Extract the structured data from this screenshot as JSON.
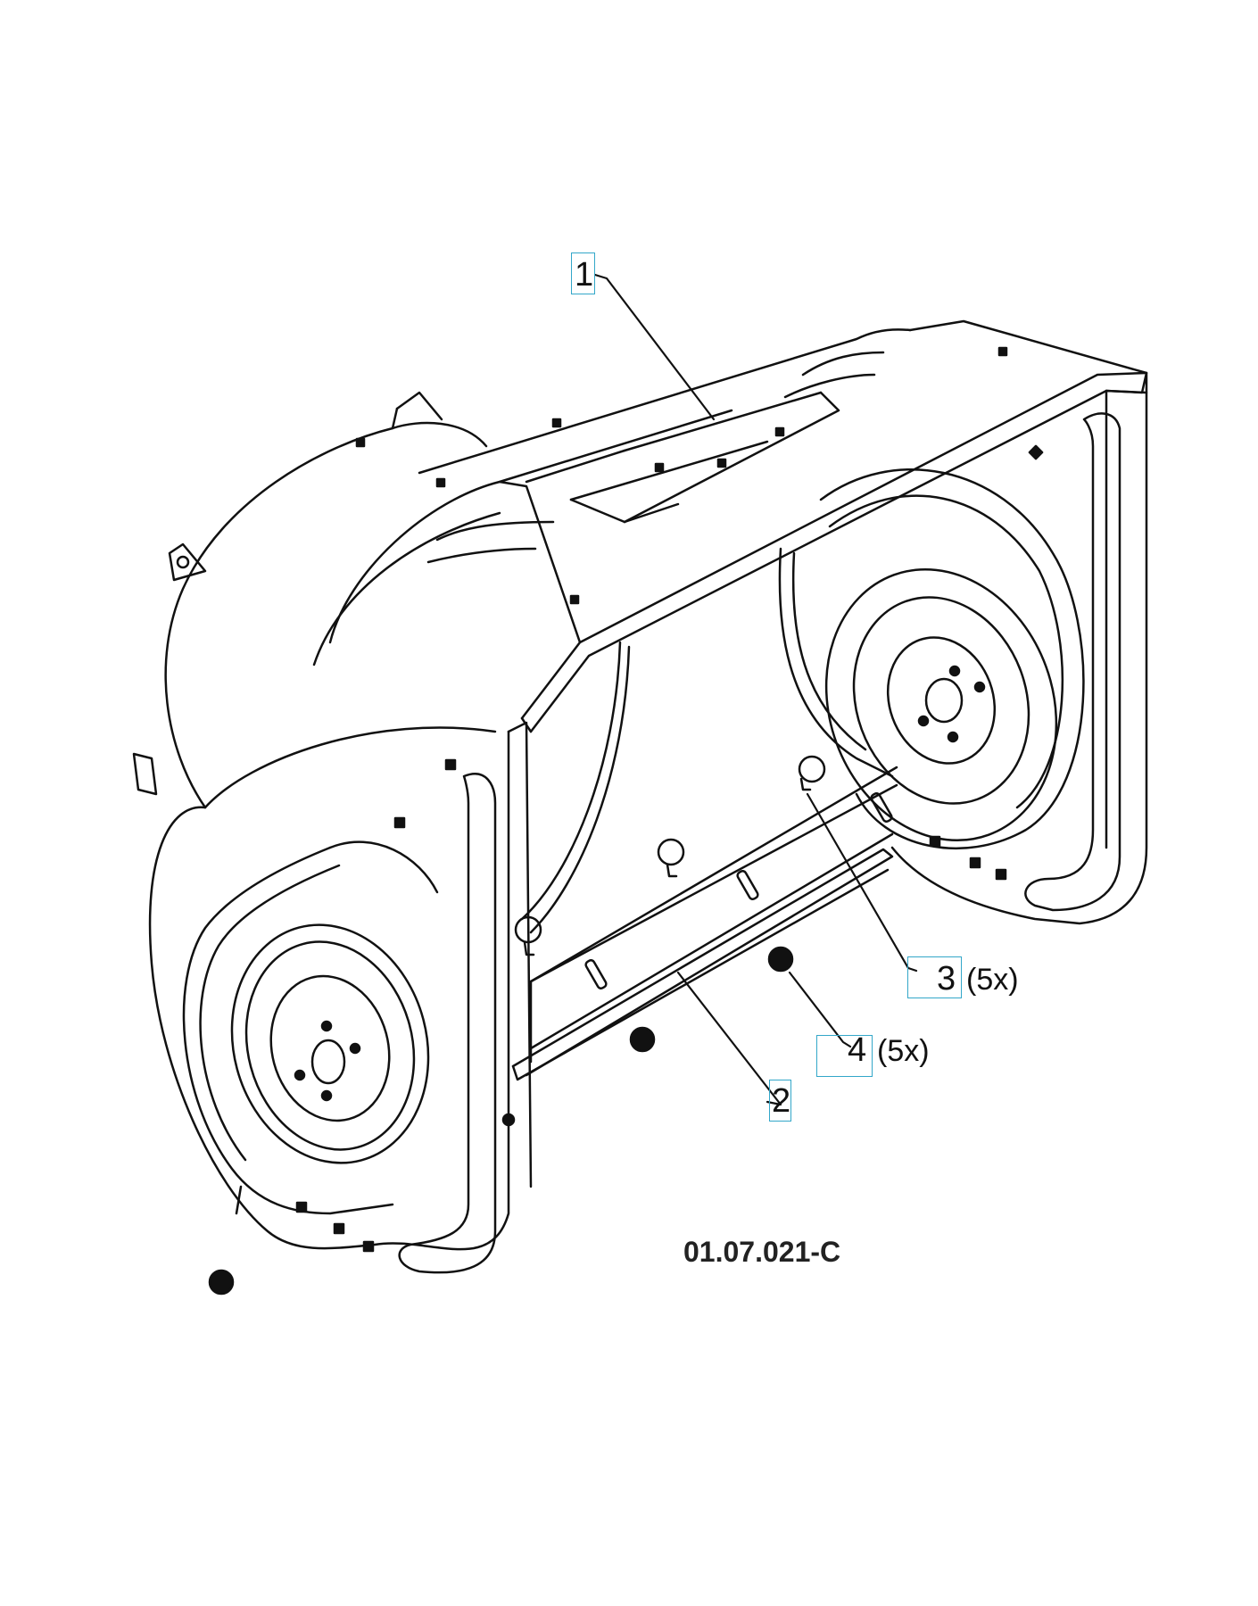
{
  "diagram": {
    "reference_code": "01.07.021-C",
    "callouts": [
      {
        "id": "1",
        "label": "1",
        "qty": ""
      },
      {
        "id": "2",
        "label": "2",
        "qty": ""
      },
      {
        "id": "3",
        "label": "3",
        "qty": "(5x)"
      },
      {
        "id": "4",
        "label": "4",
        "qty": "(5x)"
      }
    ],
    "highlight_color": "#33a7c9",
    "line_color": "#111111"
  }
}
